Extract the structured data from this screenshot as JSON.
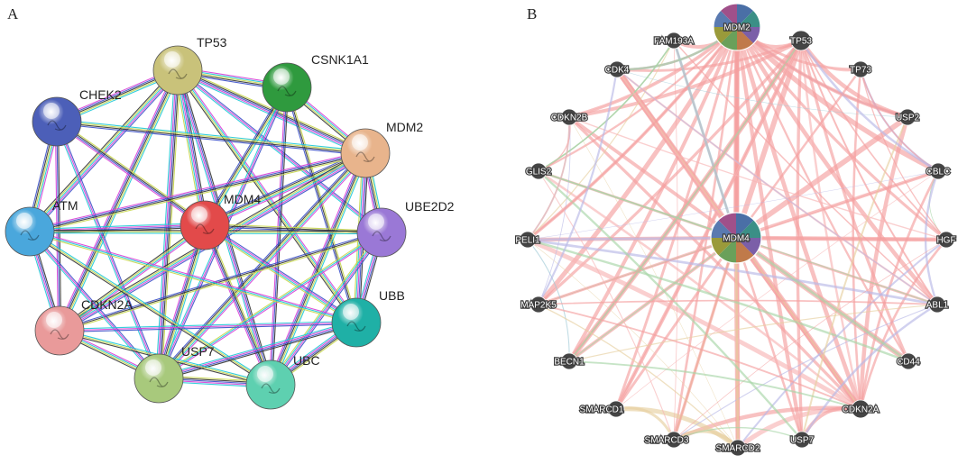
{
  "panel_a": {
    "letter": "A",
    "nodes": [
      {
        "id": "TP53",
        "label": "TP53",
        "color": "#c9c27a"
      },
      {
        "id": "CSNK1A1",
        "label": "CSNK1A1",
        "color": "#2f9a3e"
      },
      {
        "id": "CHEK2",
        "label": "CHEK2",
        "color": "#4c5fb8"
      },
      {
        "id": "MDM2",
        "label": "MDM2",
        "color": "#e8b48c"
      },
      {
        "id": "MDM4",
        "label": "MDM4",
        "color": "#e24a4a"
      },
      {
        "id": "UBE2D2",
        "label": "UBE2D2",
        "color": "#9a78d6"
      },
      {
        "id": "ATM",
        "label": "ATM",
        "color": "#4aa7dc"
      },
      {
        "id": "UBB",
        "label": "UBB",
        "color": "#1fb0a6"
      },
      {
        "id": "CDKN2A",
        "label": "CDKN2A",
        "color": "#e99a9a"
      },
      {
        "id": "USP7",
        "label": "USP7",
        "color": "#a8c97c"
      },
      {
        "id": "UBC",
        "label": "UBC",
        "color": "#5ed0b0"
      }
    ],
    "edge_colors": [
      "#d63fd6",
      "#1ec8d6",
      "#c6d64a",
      "#333333",
      "#3a4fc8"
    ]
  },
  "panel_b": {
    "letter": "B",
    "hub_colors": [
      "#4a6fa6",
      "#3b8f86",
      "#7b5fa8",
      "#c07a4a",
      "#6aa05a",
      "#9a9a3a",
      "#5a7ab0",
      "#a0508a"
    ],
    "nodes": [
      {
        "id": "MDM2",
        "label": "MDM2",
        "hub": true
      },
      {
        "id": "FAM193A",
        "label": "FAM193A"
      },
      {
        "id": "TP53",
        "label": "TP53"
      },
      {
        "id": "CDK4",
        "label": "CDK4"
      },
      {
        "id": "TP73",
        "label": "TP73"
      },
      {
        "id": "CDKN2B",
        "label": "CDKN2B"
      },
      {
        "id": "USP2",
        "label": "USP2"
      },
      {
        "id": "GLIS2",
        "label": "GLIS2"
      },
      {
        "id": "CBLC",
        "label": "CBLC"
      },
      {
        "id": "MDM4",
        "label": "MDM4",
        "hub": true
      },
      {
        "id": "PELI1",
        "label": "PELI1"
      },
      {
        "id": "HGF",
        "label": "HGF"
      },
      {
        "id": "MAP2K5",
        "label": "MAP2K5"
      },
      {
        "id": "ABL1",
        "label": "ABL1"
      },
      {
        "id": "CD44",
        "label": "CD44"
      },
      {
        "id": "BECN1",
        "label": "BECN1"
      },
      {
        "id": "SMARCD1",
        "label": "SMARCD1"
      },
      {
        "id": "CDKN2A",
        "label": "CDKN2A"
      },
      {
        "id": "SMARCD3",
        "label": "SMARCD3"
      },
      {
        "id": "USP7",
        "label": "USP7"
      },
      {
        "id": "SMARCD2",
        "label": "SMARCD2"
      }
    ],
    "edge_colors": [
      "#f4a0a0",
      "#f7b6b6",
      "#e6cfa0",
      "#9ec9d6",
      "#b9b9e6",
      "#a8d6a8"
    ]
  }
}
